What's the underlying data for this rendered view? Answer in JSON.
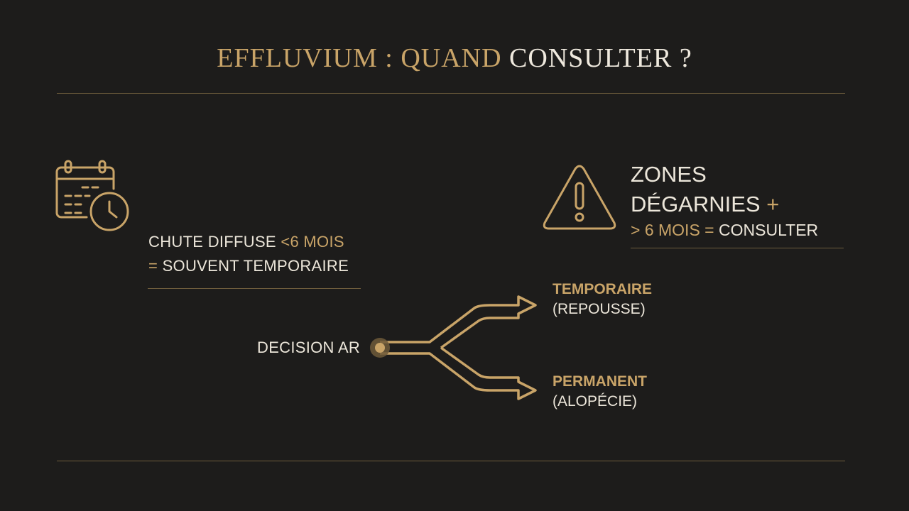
{
  "title": {
    "part1": "EFFLUVIUM : QUAND",
    "part2": "CONSULTER ?"
  },
  "left_note": {
    "line1_prefix": "CHUTE DIFFUSE ",
    "line1_highlight": "<6 MOIS",
    "line2_prefix": "= ",
    "line2_text": "SOUVENT TEMPORAIRE"
  },
  "right_note": {
    "line1": "ZONES",
    "line2": "DÉGARNIES",
    "plus": "+",
    "sub_highlight": "> 6 MOIS",
    "sub_eq": " = ",
    "sub_text": "CONSULTER"
  },
  "decision": {
    "label": "DECISION AR",
    "branches": [
      {
        "title": "TEMPORAIRE",
        "detail": "(REPOUSSE)"
      },
      {
        "title": "PERMANENT",
        "detail": "(ALOPÉCIE)"
      }
    ]
  },
  "icons": {
    "left": "calendar-clock-icon",
    "right": "warning-triangle-icon"
  },
  "colors": {
    "background": "#1d1c1b",
    "gold": "#c9a468",
    "text": "#ece6da"
  }
}
